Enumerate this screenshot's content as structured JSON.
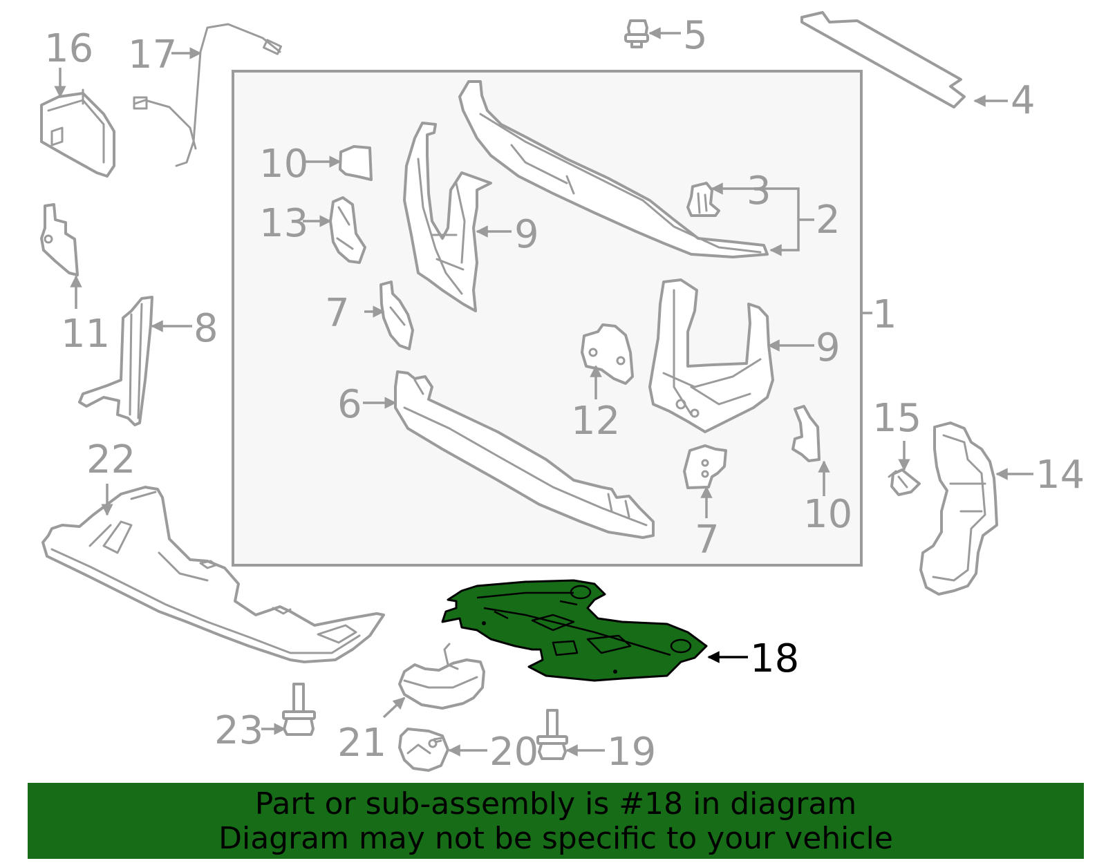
{
  "callouts": {
    "c1": "1",
    "c2": "2",
    "c3": "3",
    "c4": "4",
    "c5": "5",
    "c6": "6",
    "c7a": "7",
    "c7b": "7",
    "c8": "8",
    "c9a": "9",
    "c9b": "9",
    "c10a": "10",
    "c10b": "10",
    "c11": "11",
    "c12": "12",
    "c13": "13",
    "c14": "14",
    "c15": "15",
    "c16": "16",
    "c17": "17",
    "c18": "18",
    "c19": "19",
    "c20": "20",
    "c21": "21",
    "c22": "22",
    "c23": "23"
  },
  "highlight": {
    "part_number": "18",
    "fill_color": "#176c17",
    "callout_color": "#000000"
  },
  "banner": {
    "line1": "Part or sub-assembly is #18 in diagram",
    "line2": "Diagram may not be specific to your vehicle",
    "background_color": "#176c17"
  },
  "colors": {
    "parts": "#9b9b9b",
    "assembly_box": "#f7f7f7"
  }
}
